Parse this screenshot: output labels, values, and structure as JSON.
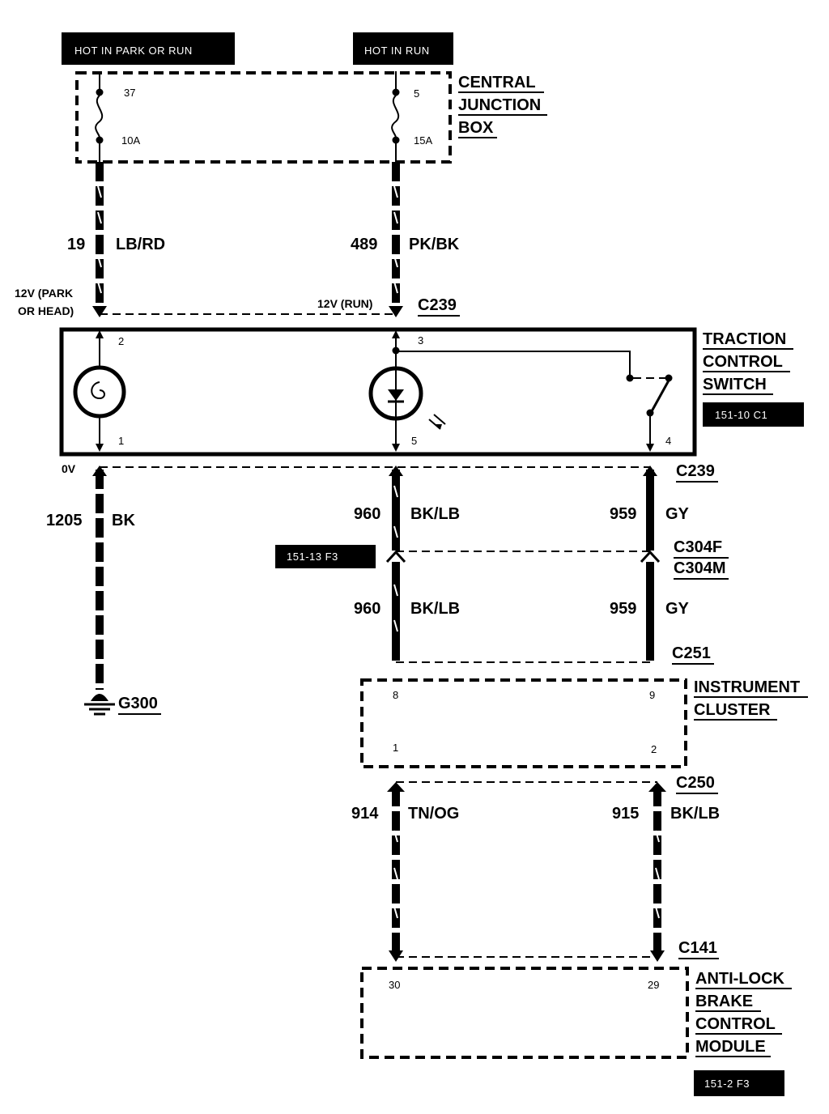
{
  "power_tags": {
    "left": "HOT IN PARK OR RUN",
    "right": "HOT IN RUN"
  },
  "junction_box": {
    "name_lines": [
      "CENTRAL",
      "JUNCTION",
      "BOX"
    ],
    "fuse_left_number": "37",
    "fuse_left_rating": "10A",
    "fuse_right_number": "5",
    "fuse_right_rating": "15A"
  },
  "wires_top": {
    "left_circuit": "19",
    "left_color": "LB/RD",
    "right_circuit": "489",
    "right_color": "PK/BK",
    "left_voltage_lines": [
      "12V (PARK",
      "OR HEAD)"
    ],
    "right_voltage": "12V (RUN)",
    "connector": "C239"
  },
  "switch": {
    "name_lines": [
      "TRACTION",
      "CONTROL",
      "SWITCH"
    ],
    "ref": "151-10 C1",
    "pins": {
      "p2": "2",
      "p3": "3",
      "p1": "1",
      "p5": "5",
      "p4": "4"
    },
    "ground_voltage": "0V"
  },
  "wires_mid": {
    "connector_top": "C239",
    "ground_circuit": "1205",
    "ground_color": "BK",
    "c1_circuit": "960",
    "c1_color": "BK/LB",
    "c2_circuit": "959",
    "c2_color": "GY",
    "ref": "151-13 F3",
    "connector_f": "C304F",
    "connector_m": "C304M",
    "c1_circuit_b": "960",
    "c1_color_b": "BK/LB",
    "c2_circuit_b": "959",
    "c2_color_b": "GY",
    "connector_bottom": "C251",
    "ground": "G300"
  },
  "cluster": {
    "name_lines": [
      "INSTRUMENT",
      "CLUSTER"
    ],
    "pins": {
      "p8": "8",
      "p9": "9",
      "p1": "1",
      "p2": "2"
    },
    "connector_bottom": "C250"
  },
  "wires_low": {
    "left_circuit": "914",
    "left_color": "TN/OG",
    "right_circuit": "915",
    "right_color": "BK/LB",
    "connector": "C141"
  },
  "abs_module": {
    "name_lines": [
      "ANTI-LOCK",
      "BRAKE",
      "CONTROL",
      "MODULE"
    ],
    "pins": {
      "p30": "30",
      "p29": "29"
    },
    "ref": "151-2 F3"
  }
}
